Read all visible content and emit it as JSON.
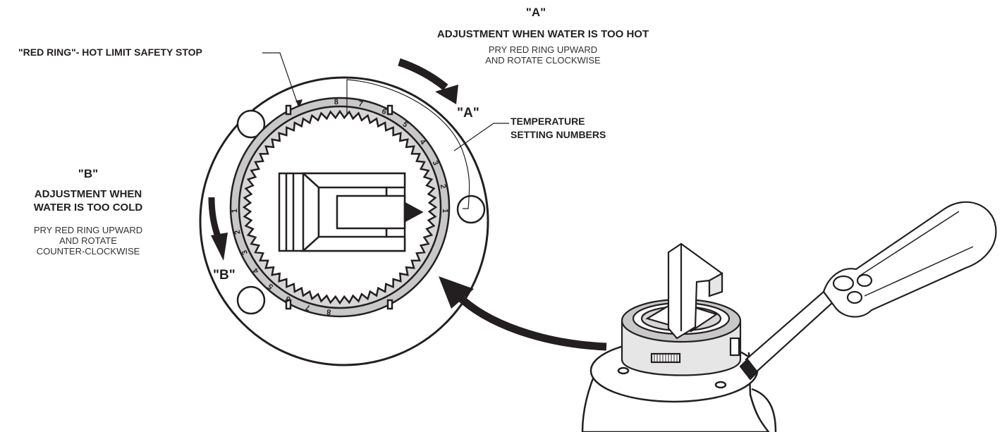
{
  "section_a": {
    "marker": "\"A\"",
    "heading": "ADJUSTMENT WHEN WATER IS TOO HOT",
    "line1": "PRY RED RING UPWARD",
    "line2": "AND ROTATE CLOCKWISE",
    "arrow_tag": "\"A\""
  },
  "section_b": {
    "marker": "\"B\"",
    "heading_line1": "ADJUSTMENT WHEN",
    "heading_line2": "WATER IS TOO COLD",
    "line1": "PRY RED RING UPWARD",
    "line2": "AND ROTATE",
    "line3": "COUNTER-CLOCKWISE",
    "arrow_tag": "\"B\""
  },
  "callouts": {
    "red_ring": "\"RED RING\"- HOT LIMIT SAFETY STOP",
    "temp_line1": "TEMPERATURE",
    "temp_line2": "SETTING NUMBERS"
  },
  "dial": {
    "right_scale": [
      "8",
      "7",
      "6",
      "5",
      "4",
      "3",
      "2",
      "1"
    ],
    "left_scale": [
      "1",
      "2",
      "3",
      "4",
      "5",
      "6",
      "7",
      "8"
    ]
  },
  "colors": {
    "ink": "#231f20",
    "ring_gray": "#c8c8c8",
    "body_gray": "#e6e6e6"
  }
}
